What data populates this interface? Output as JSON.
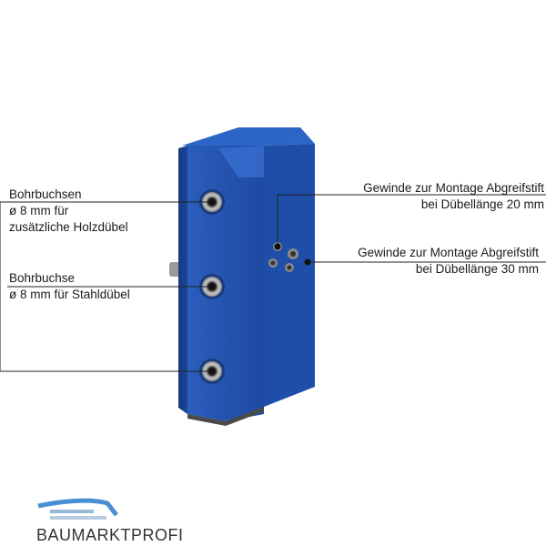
{
  "callouts": {
    "bushings_wood": {
      "line1": "Bohrbuchsen",
      "line2": "ø 8 mm für",
      "line3": "zusätzliche Holzdübel"
    },
    "bushing_steel": {
      "line1": "Bohrbuchse",
      "line2": "ø 8 mm für Stahldübel"
    },
    "thread_20": {
      "line1": "Gewinde zur Montage Abgreifstift",
      "line2": "bei Dübellänge 20 mm"
    },
    "thread_30": {
      "line1": "Gewinde zur Montage Abgreifstift",
      "line2": "bei Dübellänge 30 mm"
    }
  },
  "logo": {
    "text": "BAUMARKTPROFI"
  },
  "colors": {
    "body_blue": "#1f4fa8",
    "face_blue": "#2a62c4",
    "line": "#222222"
  }
}
